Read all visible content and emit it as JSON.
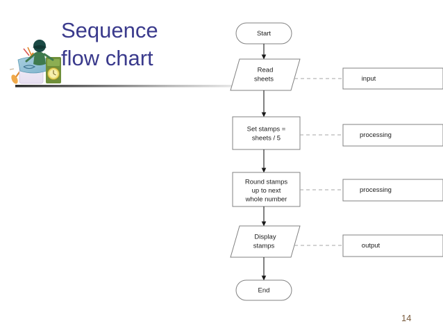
{
  "slide": {
    "title": "Sequence\nflow chart",
    "title_color": "#3a3a8c",
    "page_number": "14",
    "page_number_color": "#7a5c3e",
    "background_color": "#ffffff"
  },
  "clipart": {
    "name": "person-in-boat-clipart",
    "alt": "illustration of a figure in a small boat with equipment"
  },
  "flowchart": {
    "shape_stroke_color": "#808080",
    "shape_fill_color": "#ffffff",
    "connector_color": "#1a1a1a",
    "dashed_connector_color": "#a6a6a6",
    "nodes": [
      {
        "id": "start",
        "shape": "terminator",
        "text": "Start"
      },
      {
        "id": "read",
        "shape": "parallelogram",
        "text": "Read\nsheets",
        "line1": "Read",
        "line2": "sheets"
      },
      {
        "id": "set",
        "shape": "rectangle",
        "text": "Set stamps =\nsheets / 5",
        "line1": "Set stamps =",
        "line2": "sheets / 5"
      },
      {
        "id": "round",
        "shape": "rectangle",
        "text": "Round stamps\nup to next\nwhole number",
        "line1": "Round stamps",
        "line2": "up to next",
        "line3": "whole number"
      },
      {
        "id": "display",
        "shape": "parallelogram",
        "text": "Display\nstamps",
        "line1": "Display",
        "line2": "stamps"
      },
      {
        "id": "end",
        "shape": "terminator",
        "text": "End"
      }
    ],
    "annotations": [
      {
        "id": "ann-input",
        "for": "read",
        "text": "input"
      },
      {
        "id": "ann-processing-1",
        "for": "set",
        "text": "processing"
      },
      {
        "id": "ann-processing-2",
        "for": "round",
        "text": "processing"
      },
      {
        "id": "ann-output",
        "for": "display",
        "text": "output"
      }
    ]
  }
}
